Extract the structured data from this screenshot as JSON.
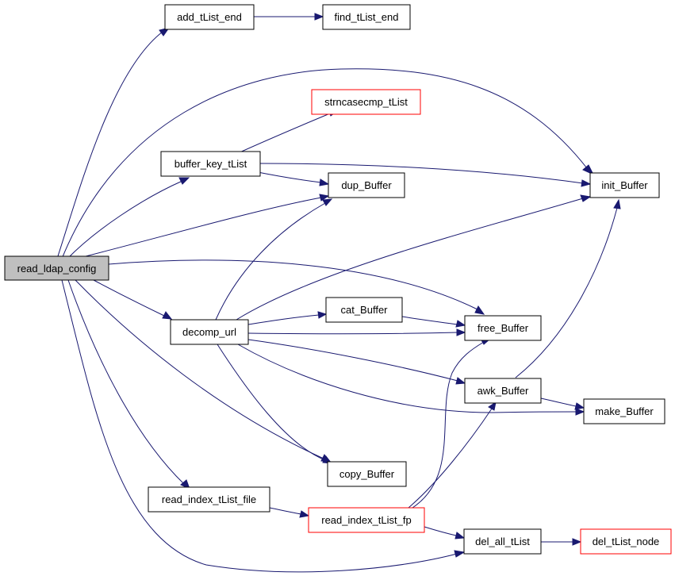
{
  "diagram": {
    "type": "call-graph",
    "colors": {
      "edge": "#191970",
      "root_fill": "#bfbfbf",
      "node_fill": "#ffffff",
      "node_border": "#000000",
      "external_border": "#ff0000"
    },
    "nodes": [
      {
        "id": "read_ldap_config",
        "label": "read_ldap_config",
        "style": "root"
      },
      {
        "id": "add_tList_end",
        "label": "add_tList_end",
        "style": "normal"
      },
      {
        "id": "find_tList_end",
        "label": "find_tList_end",
        "style": "normal"
      },
      {
        "id": "strncasecmp_tList",
        "label": "strncasecmp_tList",
        "style": "red"
      },
      {
        "id": "buffer_key_tList",
        "label": "buffer_key_tList",
        "style": "normal"
      },
      {
        "id": "dup_Buffer",
        "label": "dup_Buffer",
        "style": "normal"
      },
      {
        "id": "init_Buffer",
        "label": "init_Buffer",
        "style": "normal"
      },
      {
        "id": "cat_Buffer",
        "label": "cat_Buffer",
        "style": "normal"
      },
      {
        "id": "decomp_url",
        "label": "decomp_url",
        "style": "normal"
      },
      {
        "id": "free_Buffer",
        "label": "free_Buffer",
        "style": "normal"
      },
      {
        "id": "awk_Buffer",
        "label": "awk_Buffer",
        "style": "normal"
      },
      {
        "id": "make_Buffer",
        "label": "make_Buffer",
        "style": "normal"
      },
      {
        "id": "copy_Buffer",
        "label": "copy_Buffer",
        "style": "normal"
      },
      {
        "id": "read_index_tList_file",
        "label": "read_index_tList_file",
        "style": "normal"
      },
      {
        "id": "read_index_tList_fp",
        "label": "read_index_tList_fp",
        "style": "red"
      },
      {
        "id": "del_all_tList",
        "label": "del_all_tList",
        "style": "normal"
      },
      {
        "id": "del_tList_node",
        "label": "del_tList_node",
        "style": "red"
      }
    ],
    "edges": [
      {
        "from": "read_ldap_config",
        "to": "add_tList_end"
      },
      {
        "from": "read_ldap_config",
        "to": "init_Buffer"
      },
      {
        "from": "read_ldap_config",
        "to": "buffer_key_tList"
      },
      {
        "from": "read_ldap_config",
        "to": "dup_Buffer"
      },
      {
        "from": "read_ldap_config",
        "to": "free_Buffer"
      },
      {
        "from": "read_ldap_config",
        "to": "decomp_url"
      },
      {
        "from": "read_ldap_config",
        "to": "copy_Buffer"
      },
      {
        "from": "read_ldap_config",
        "to": "read_index_tList_file"
      },
      {
        "from": "read_ldap_config",
        "to": "del_all_tList"
      },
      {
        "from": "add_tList_end",
        "to": "find_tList_end"
      },
      {
        "from": "buffer_key_tList",
        "to": "strncasecmp_tList"
      },
      {
        "from": "buffer_key_tList",
        "to": "dup_Buffer"
      },
      {
        "from": "buffer_key_tList",
        "to": "init_Buffer"
      },
      {
        "from": "decomp_url",
        "to": "dup_Buffer"
      },
      {
        "from": "decomp_url",
        "to": "init_Buffer"
      },
      {
        "from": "decomp_url",
        "to": "cat_Buffer"
      },
      {
        "from": "decomp_url",
        "to": "free_Buffer"
      },
      {
        "from": "decomp_url",
        "to": "awk_Buffer"
      },
      {
        "from": "decomp_url",
        "to": "make_Buffer"
      },
      {
        "from": "decomp_url",
        "to": "copy_Buffer"
      },
      {
        "from": "cat_Buffer",
        "to": "free_Buffer"
      },
      {
        "from": "awk_Buffer",
        "to": "init_Buffer"
      },
      {
        "from": "awk_Buffer",
        "to": "make_Buffer"
      },
      {
        "from": "read_index_tList_file",
        "to": "read_index_tList_fp"
      },
      {
        "from": "read_index_tList_fp",
        "to": "free_Buffer"
      },
      {
        "from": "read_index_tList_fp",
        "to": "awk_Buffer"
      },
      {
        "from": "read_index_tList_fp",
        "to": "del_all_tList"
      },
      {
        "from": "del_all_tList",
        "to": "del_tList_node"
      }
    ]
  }
}
